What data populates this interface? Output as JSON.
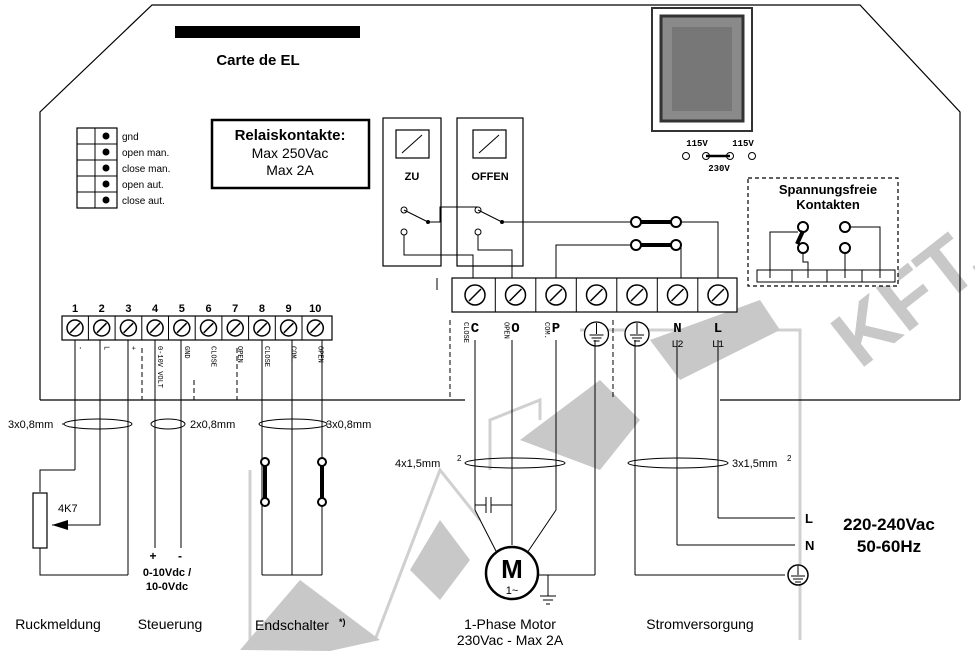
{
  "board_title": "Carte de EL",
  "relay": {
    "title": "Relaiskontakte:",
    "line1": "Max 250Vac",
    "line2": "Max 2A"
  },
  "connector": [
    "gnd",
    "open man.",
    "close man.",
    "open aut.",
    "close aut."
  ],
  "relay_boxes": {
    "zu": "ZU",
    "offen": "OFFEN"
  },
  "transformer": {
    "left": "115V",
    "right": "115V",
    "bottom": "230V"
  },
  "free_contacts": {
    "line1": "Spannungsfreie",
    "line2": "Kontakten"
  },
  "terminals_left": {
    "numbers": [
      "1",
      "2",
      "3",
      "4",
      "5",
      "6",
      "7",
      "8",
      "9",
      "10"
    ],
    "labels": [
      "-",
      "L",
      "+",
      "0-10V VOLT",
      "GND",
      "CLOSE",
      "OPEN",
      "CLOSE",
      "COM.",
      "OPEN"
    ]
  },
  "terminals_right": {
    "letters": [
      "C",
      "O",
      "P",
      "",
      "",
      "N",
      "L"
    ],
    "small": [
      "CLOSE",
      "OPEN",
      "COM.",
      "",
      "",
      "L2",
      "L1"
    ]
  },
  "cables": {
    "c1": "3x0,8mm",
    "c2": "2x0,8mm",
    "c3": "3x0,8mm",
    "motor": "4x1,5mm",
    "supply": "3x1,5mm",
    "sup": "2"
  },
  "potentiometer": "4K7",
  "control_signal": {
    "plus": "+",
    "minus": "-",
    "line1": "0-10Vdc /",
    "line2": "10-0Vdc"
  },
  "motor": {
    "symbol": "M",
    "phase": "1~",
    "line1": "1-Phase Motor",
    "line2": "230Vac - Max 2A"
  },
  "supply_lines": {
    "l": "L",
    "n": "N"
  },
  "voltage": {
    "line1": "220-240Vac",
    "line2": "50-60Hz"
  },
  "bottom_labels": {
    "ruck": "Ruckmeldung",
    "steuer": "Steuerung",
    "end": "Endschalter",
    "end_mark": "*)",
    "strom": "Stromversorgung"
  },
  "watermark": "KFT."
}
